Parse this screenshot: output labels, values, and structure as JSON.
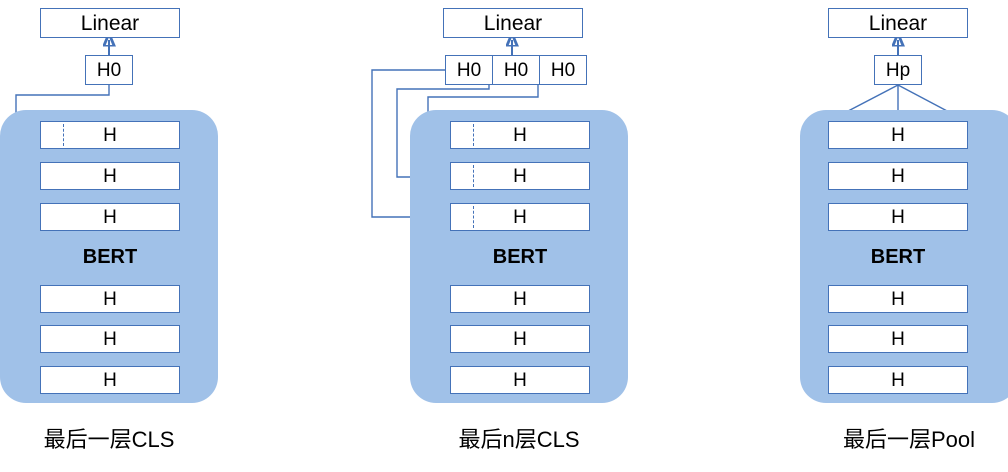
{
  "figure": {
    "title_visible": false,
    "colors": {
      "container_fill": "#A0C1E8",
      "box_border": "#4472B8",
      "box_fill": "#FFFFFF",
      "line": "#4472B8",
      "text": "#000000",
      "background": "#FFFFFF"
    }
  },
  "panels": [
    {
      "id": "last-layer-cls",
      "caption": "最后一层CLS",
      "linear_label": "Linear",
      "pooled_boxes": [
        "H0"
      ],
      "bert_label": "BERT",
      "upper_h_labels": [
        "H",
        "H",
        "H"
      ],
      "lower_h_labels": [
        "H",
        "H",
        "H"
      ],
      "cls_marked_rows": [
        0
      ]
    },
    {
      "id": "last-n-layers-cls",
      "caption": "最后n层CLS",
      "linear_label": "Linear",
      "pooled_boxes": [
        "H0",
        "H0",
        "H0"
      ],
      "bert_label": "BERT",
      "upper_h_labels": [
        "H",
        "H",
        "H"
      ],
      "lower_h_labels": [
        "H",
        "H",
        "H"
      ],
      "cls_marked_rows": [
        0,
        1,
        2
      ]
    },
    {
      "id": "last-layer-pool",
      "caption": "最后一层Pool",
      "linear_label": "Linear",
      "pooled_boxes": [
        "Hp"
      ],
      "bert_label": "BERT",
      "upper_h_labels": [
        "H",
        "H",
        "H"
      ],
      "lower_h_labels": [
        "H",
        "H",
        "H"
      ],
      "cls_marked_rows": []
    }
  ]
}
